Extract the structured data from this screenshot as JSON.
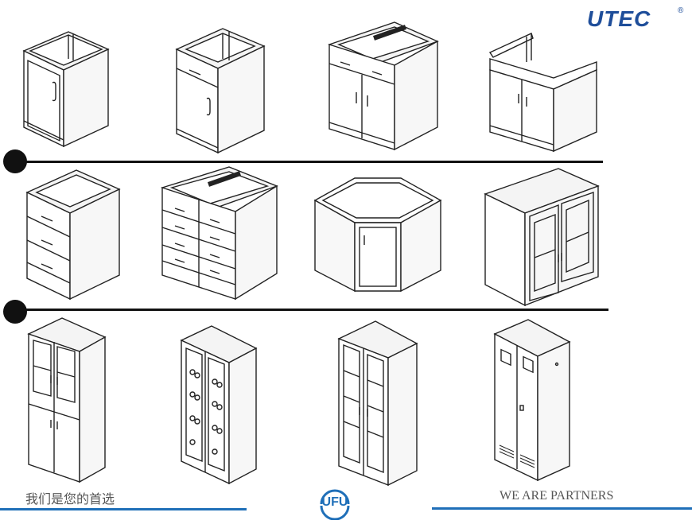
{
  "brand": {
    "logo_text": "UTEC",
    "logo_mark": "®",
    "logo_color": "#1f4e9a"
  },
  "footer": {
    "left_slogan": "我们是您的首选",
    "right_slogan": "WE ARE PARTNERS",
    "center_logo_text": "UFU",
    "bar_color": "#1f6fb8"
  },
  "icons": {
    "row_marker": "black-circle"
  },
  "rows": [
    {
      "name": "base-cabinets",
      "items": [
        "single-door-base-cabinet",
        "drawer-and-door-base-cabinet",
        "double-drawer-double-door-cabinet",
        "sink-base-cabinet"
      ]
    },
    {
      "name": "drawer-corner-wall-cabinets",
      "items": [
        "three-drawer-cabinet",
        "multi-drawer-cabinet",
        "corner-cabinet",
        "glass-door-wall-cabinet"
      ]
    },
    {
      "name": "tall-cabinets",
      "items": [
        "glass-top-tall-cabinet",
        "vessel-rack-tall-cabinet",
        "full-glass-tall-cabinet",
        "ventilated-storage-cabinet"
      ]
    }
  ]
}
